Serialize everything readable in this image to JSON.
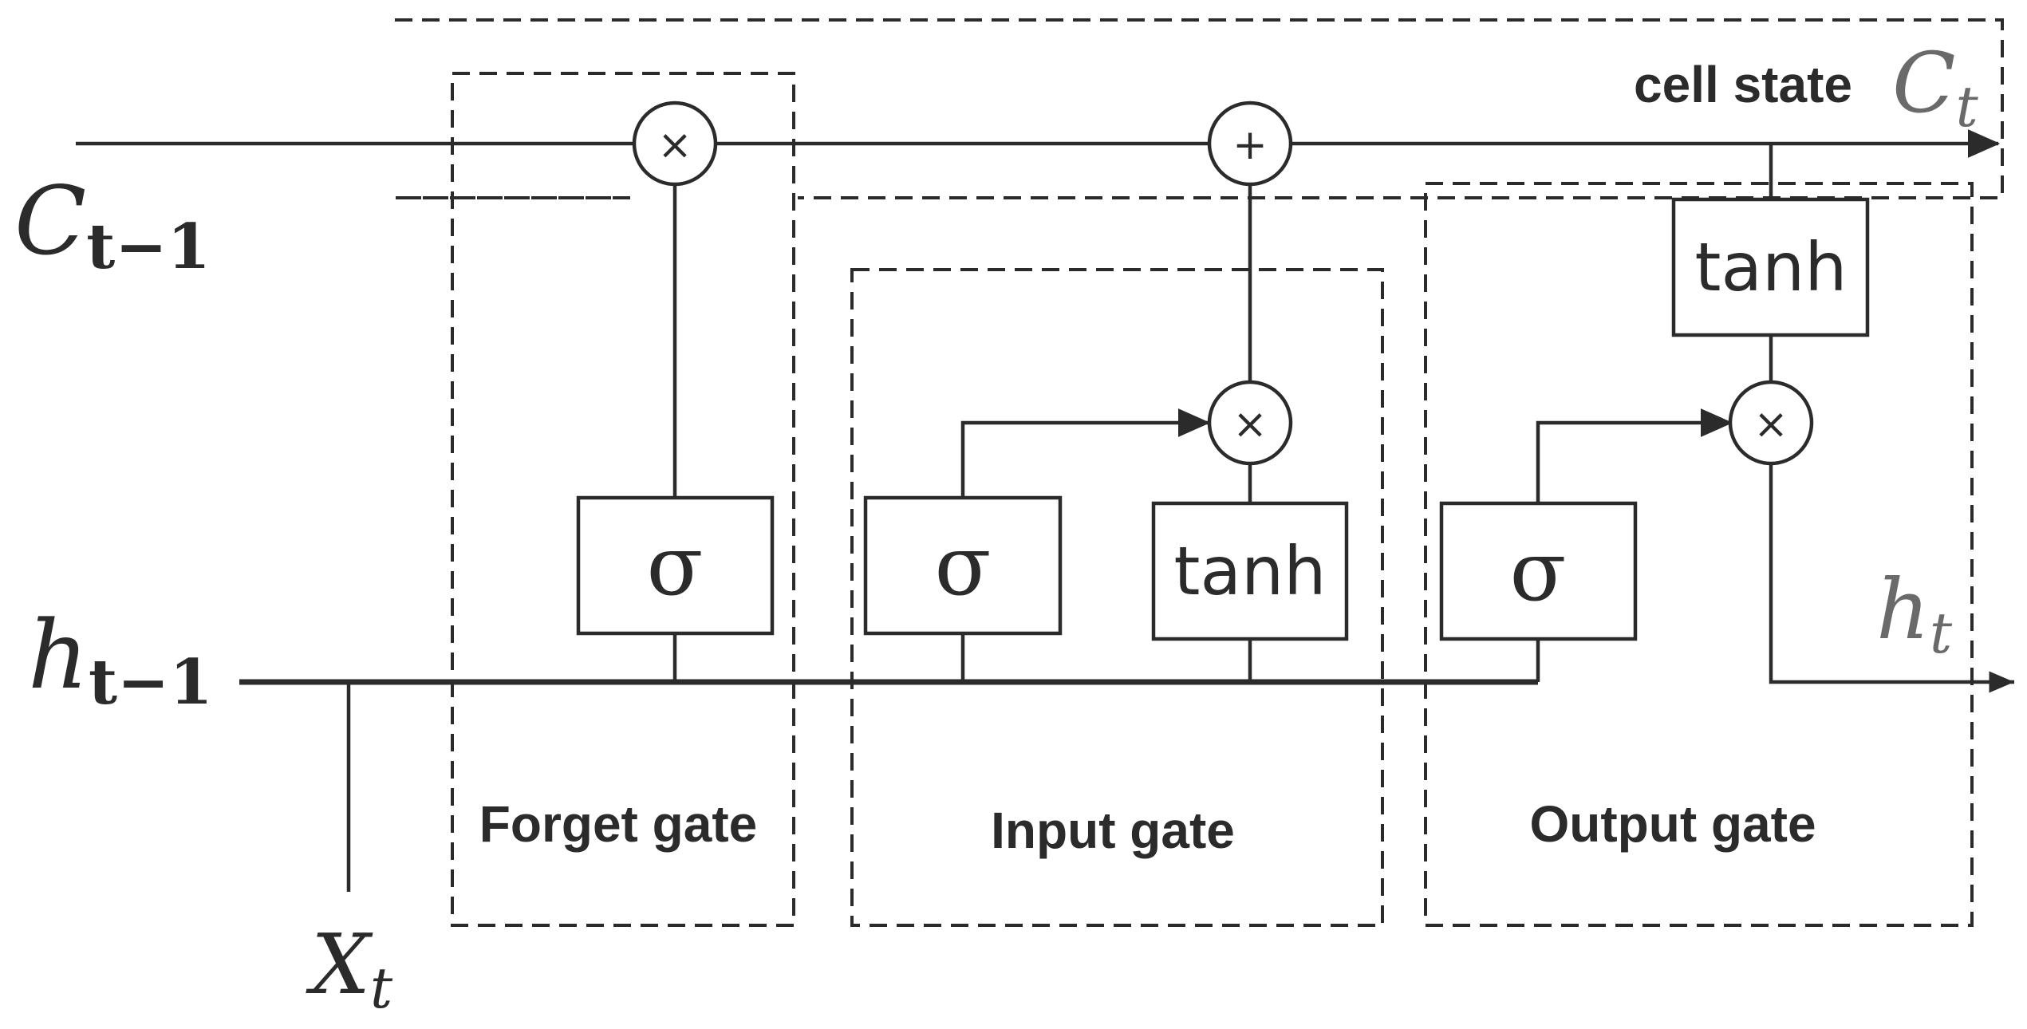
{
  "labels": {
    "c_prev": "C",
    "c_prev_sub": "t−1",
    "h_prev": "h",
    "h_prev_sub": "t−1",
    "x_t": "X",
    "x_t_sub": "t",
    "c_t": "C",
    "c_t_sub": "t",
    "h_t": "h",
    "h_t_sub": "t",
    "cell_state": "cell state"
  },
  "gates": {
    "forget": "Forget gate",
    "input": "Input gate",
    "output": "Output gate"
  },
  "blocks": {
    "sigma": "σ",
    "tanh": "tanh"
  },
  "operators": {
    "multiply": "×",
    "add": "+"
  },
  "colors": {
    "line": "#2b2b2b",
    "background": "#ffffff"
  }
}
